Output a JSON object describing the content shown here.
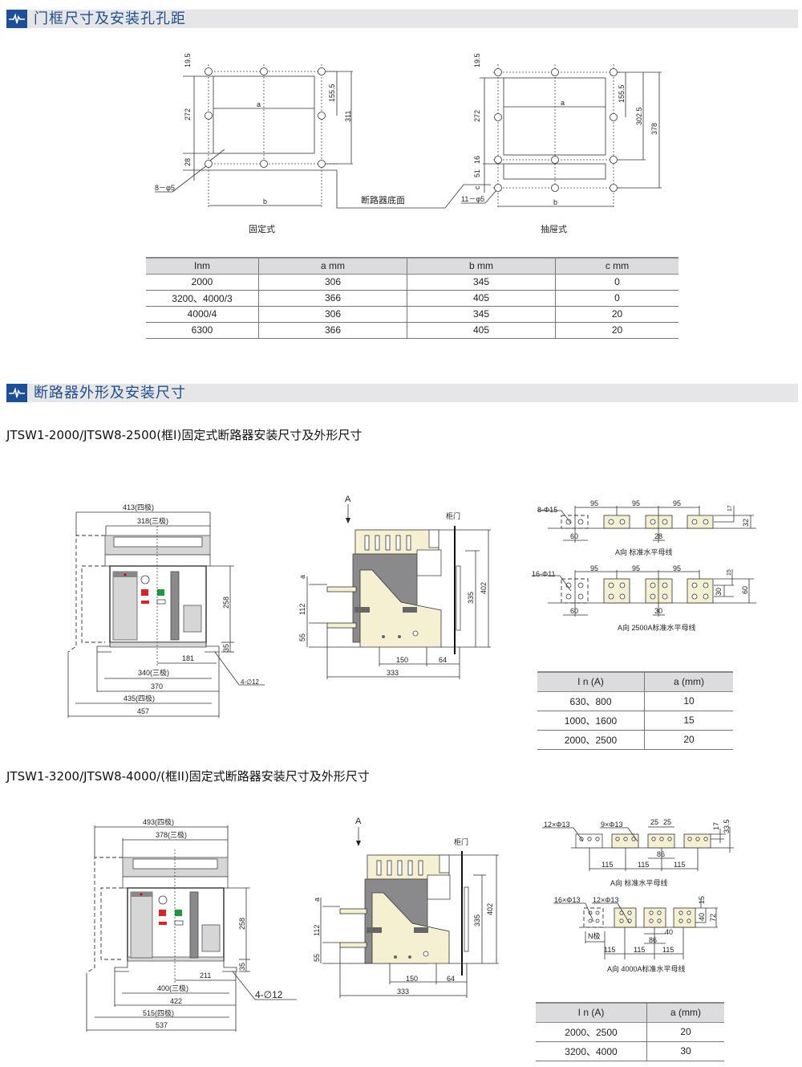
{
  "sections": [
    {
      "title": "门框尺寸及安装孔孔距"
    },
    {
      "title": "断路器外形及安装尺寸"
    }
  ],
  "colors": {
    "accent": "#1c4f9a",
    "header_bg": "#e6e6e8",
    "busbar_fill": "#f6f0d2"
  },
  "door_frame": {
    "fixed": {
      "caption": "固定式",
      "labels": [
        "19.5",
        "272",
        "28",
        "155.5",
        "311",
        "a",
        "b",
        "8－φ5"
      ]
    },
    "drawout": {
      "caption": "抽屉式",
      "labels": [
        "19.5",
        "272",
        "16",
        "51",
        "c",
        "155.5",
        "302.5",
        "378",
        "a",
        "b",
        "11－φ5"
      ]
    },
    "bottom_label": "断路器底面"
  },
  "frame_table": {
    "headers": [
      "Inm",
      "a mm",
      "b mm",
      "c mm"
    ],
    "rows": [
      [
        "2000",
        "306",
        "345",
        "0"
      ],
      [
        "3200、4000/3",
        "366",
        "405",
        "0"
      ],
      [
        "4000/4",
        "306",
        "345",
        "20"
      ],
      [
        "6300",
        "366",
        "405",
        "20"
      ]
    ]
  },
  "model1": {
    "title": "JTSW1-2000/JTSW8-2500(框Ⅰ)固定式断路器安装尺寸及外形尺寸",
    "front": {
      "labels": [
        "413(四极)",
        "318(三极)",
        "258",
        "35",
        "181",
        "340(三极)",
        "370",
        "435(四极)",
        "457",
        "4-∅12"
      ]
    },
    "side": {
      "labels": [
        "A",
        "柜门",
        "a",
        "112",
        "55",
        "335",
        "402",
        "150",
        "64",
        "333"
      ]
    },
    "busbar_std": {
      "labels": [
        "8-Φ15",
        "95",
        "95",
        "95",
        "60",
        "28",
        "17",
        "32"
      ],
      "caption": "A向  标准水平母线"
    },
    "busbar_2500": {
      "labels": [
        "16-Φ11",
        "95",
        "95",
        "95",
        "60",
        "30",
        "15",
        "30",
        "60"
      ],
      "caption": "A向  2500A标准水平母线"
    },
    "table": {
      "headers": [
        "I n (A)",
        "a (mm)"
      ],
      "rows": [
        [
          "630、800",
          "10"
        ],
        [
          "1000、1600",
          "15"
        ],
        [
          "2000、2500",
          "20"
        ]
      ]
    }
  },
  "model2": {
    "title": "JTSW1-3200/JTSW8-4000/(框II)固定式断路器安装尺寸及外形尺寸",
    "front": {
      "labels": [
        "493(四极)",
        "378(三极)",
        "258",
        "35",
        "211",
        "400(三极)",
        "422",
        "515(四极)",
        "537",
        "4-∅12"
      ]
    },
    "side": {
      "labels": [
        "A",
        "柜门",
        "a",
        "112",
        "55",
        "335",
        "402",
        "150",
        "64",
        "333"
      ]
    },
    "busbar_std": {
      "labels": [
        "12×Φ13",
        "9×Φ13",
        "25",
        "25",
        "86",
        "115",
        "115",
        "115",
        "17",
        "33.5"
      ],
      "caption": "A向  标准水平母线"
    },
    "busbar_4000": {
      "labels": [
        "16×Φ13",
        "12×Φ13",
        "N极",
        "40",
        "86",
        "115",
        "115",
        "115",
        "15",
        "40",
        "72"
      ],
      "caption": "A向  4000A标准水平母线"
    },
    "table": {
      "headers": [
        "I n (A)",
        "a (mm)"
      ],
      "rows": [
        [
          "2000、2500",
          "20"
        ],
        [
          "3200、4000",
          "30"
        ]
      ]
    }
  }
}
